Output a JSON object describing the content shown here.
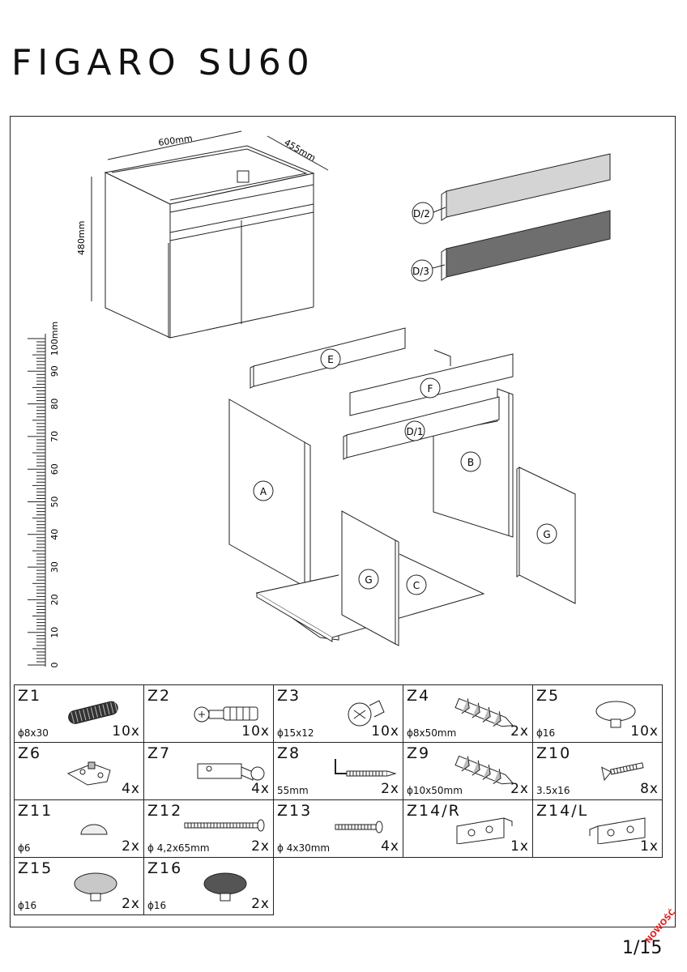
{
  "title": "FIGARO SU60",
  "dimensions": {
    "width": "600mm",
    "depth": "455mm",
    "height": "480mm"
  },
  "panel_labels": {
    "d2": "D/2",
    "d3": "D/3",
    "e": "E",
    "f": "F",
    "d1": "D/1",
    "b": "B",
    "a": "A",
    "g_front": "G",
    "c": "C",
    "g_right": "G"
  },
  "ruler": {
    "unit": "mm",
    "ticks": [
      "100mm",
      "90",
      "80",
      "70",
      "60",
      "50",
      "40",
      "30",
      "20",
      "10",
      "0"
    ]
  },
  "parts": [
    [
      {
        "code": "Z1",
        "spec": "ϕ8x30",
        "qty": "10x",
        "icon": "wooden-dowel-icon"
      },
      {
        "code": "Z2",
        "spec": "",
        "qty": "10x",
        "icon": "cam-bolt-icon"
      },
      {
        "code": "Z3",
        "spec": "ϕ15x12",
        "qty": "10x",
        "icon": "cam-lock-icon"
      },
      {
        "code": "Z4",
        "spec": "ϕ8x50mm",
        "qty": "2x",
        "icon": "wall-plug-icon"
      },
      {
        "code": "Z5",
        "spec": "ϕ16",
        "qty": "10x",
        "icon": "cover-cap-icon"
      }
    ],
    [
      {
        "code": "Z6",
        "spec": "",
        "qty": "4x",
        "icon": "hinge-plate-icon"
      },
      {
        "code": "Z7",
        "spec": "",
        "qty": "4x",
        "icon": "hinge-icon"
      },
      {
        "code": "Z8",
        "spec": "55mm",
        "qty": "2x",
        "icon": "hook-screw-icon"
      },
      {
        "code": "Z9",
        "spec": "ϕ10x50mm",
        "qty": "2x",
        "icon": "wall-plug-large-icon"
      },
      {
        "code": "Z10",
        "spec": "3.5x16",
        "qty": "8x",
        "icon": "wood-screw-icon"
      }
    ],
    [
      {
        "code": "Z11",
        "spec": "ϕ6",
        "qty": "2x",
        "icon": "bumper-pad-icon"
      },
      {
        "code": "Z12",
        "spec": "ϕ 4,2x65mm",
        "qty": "2x",
        "icon": "long-screw-icon"
      },
      {
        "code": "Z13",
        "spec": "ϕ 4x30mm",
        "qty": "4x",
        "icon": "screw-icon"
      },
      {
        "code": "Z14/R",
        "spec": "",
        "qty": "1x",
        "icon": "hanger-right-icon"
      },
      {
        "code": "Z14/L",
        "spec": "",
        "qty": "1x",
        "icon": "hanger-left-icon"
      }
    ],
    [
      {
        "code": "Z15",
        "spec": "ϕ16",
        "qty": "2x",
        "icon": "grey-cap-icon"
      },
      {
        "code": "Z16",
        "spec": "ϕ16",
        "qty": "2x",
        "icon": "dark-cap-icon"
      }
    ]
  ],
  "colors": {
    "panel_light": "#d4d4d4",
    "panel_dark": "#6e6e6e",
    "line": "#222222",
    "badge": "#e02020"
  },
  "page_number": "1/15",
  "badge": "NOWOŚĆ"
}
